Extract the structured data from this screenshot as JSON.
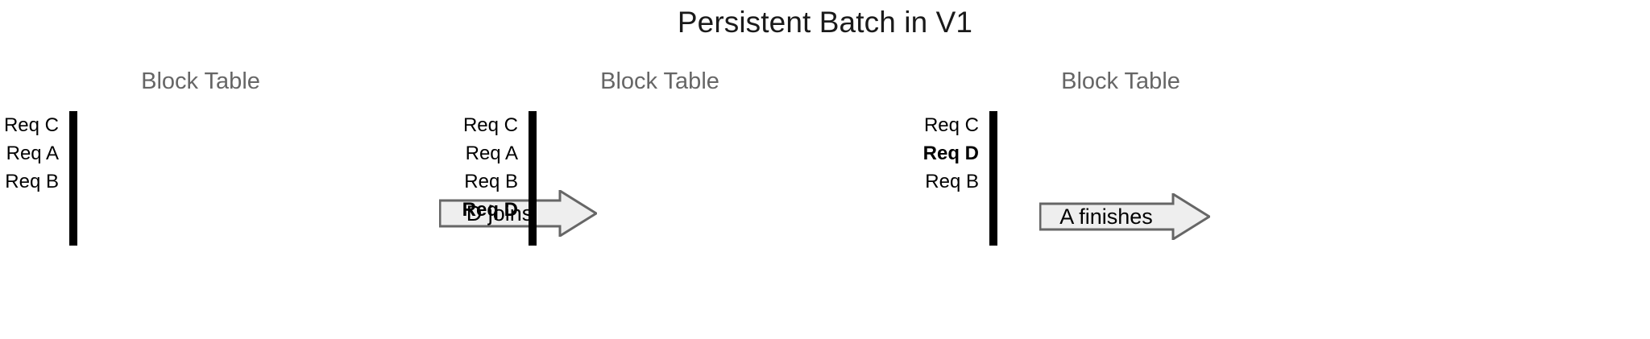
{
  "title": "Persistent Batch in V1",
  "palette": {
    "green": "#d5e8d4",
    "pink": "#f8cecc",
    "yellow": "#fff2cc",
    "blue": "#dae8fc",
    "border": "#000000",
    "arrow_fill": "#eeeeee",
    "arrow_stroke": "#666666",
    "heading_gray": "#666666"
  },
  "panels": [
    {
      "id": "panel-1",
      "heading": "Block Table",
      "columns": 4,
      "rows": [
        {
          "label": "Req C",
          "bold": false,
          "color": "green"
        },
        {
          "label": "Req A",
          "bold": false,
          "color": "pink"
        },
        {
          "label": "Req B",
          "bold": false,
          "color": "yellow"
        },
        {
          "label": "",
          "bold": false,
          "color": "empty"
        },
        {
          "label": "",
          "bold": false,
          "color": "empty"
        }
      ]
    },
    {
      "id": "panel-2",
      "heading": "Block Table",
      "columns": 4,
      "rows": [
        {
          "label": "Req C",
          "bold": false,
          "color": "green"
        },
        {
          "label": "Req A",
          "bold": false,
          "color": "pink"
        },
        {
          "label": "Req B",
          "bold": false,
          "color": "yellow"
        },
        {
          "label": "Req D",
          "bold": true,
          "color": "blue"
        },
        {
          "label": "",
          "bold": false,
          "color": "empty"
        }
      ]
    },
    {
      "id": "panel-3",
      "heading": "Block Table",
      "columns": 4,
      "rows": [
        {
          "label": "Req C",
          "bold": false,
          "color": "green"
        },
        {
          "label": "Req D",
          "bold": true,
          "color": "blue"
        },
        {
          "label": "Req B",
          "bold": false,
          "color": "yellow"
        },
        {
          "label": "",
          "bold": false,
          "color": "empty"
        },
        {
          "label": "",
          "bold": false,
          "color": "empty"
        }
      ]
    }
  ],
  "arrows": [
    {
      "id": "arrow-d-joins",
      "label": "D joins"
    },
    {
      "id": "arrow-a-finishes",
      "label": "A finishes"
    }
  ]
}
